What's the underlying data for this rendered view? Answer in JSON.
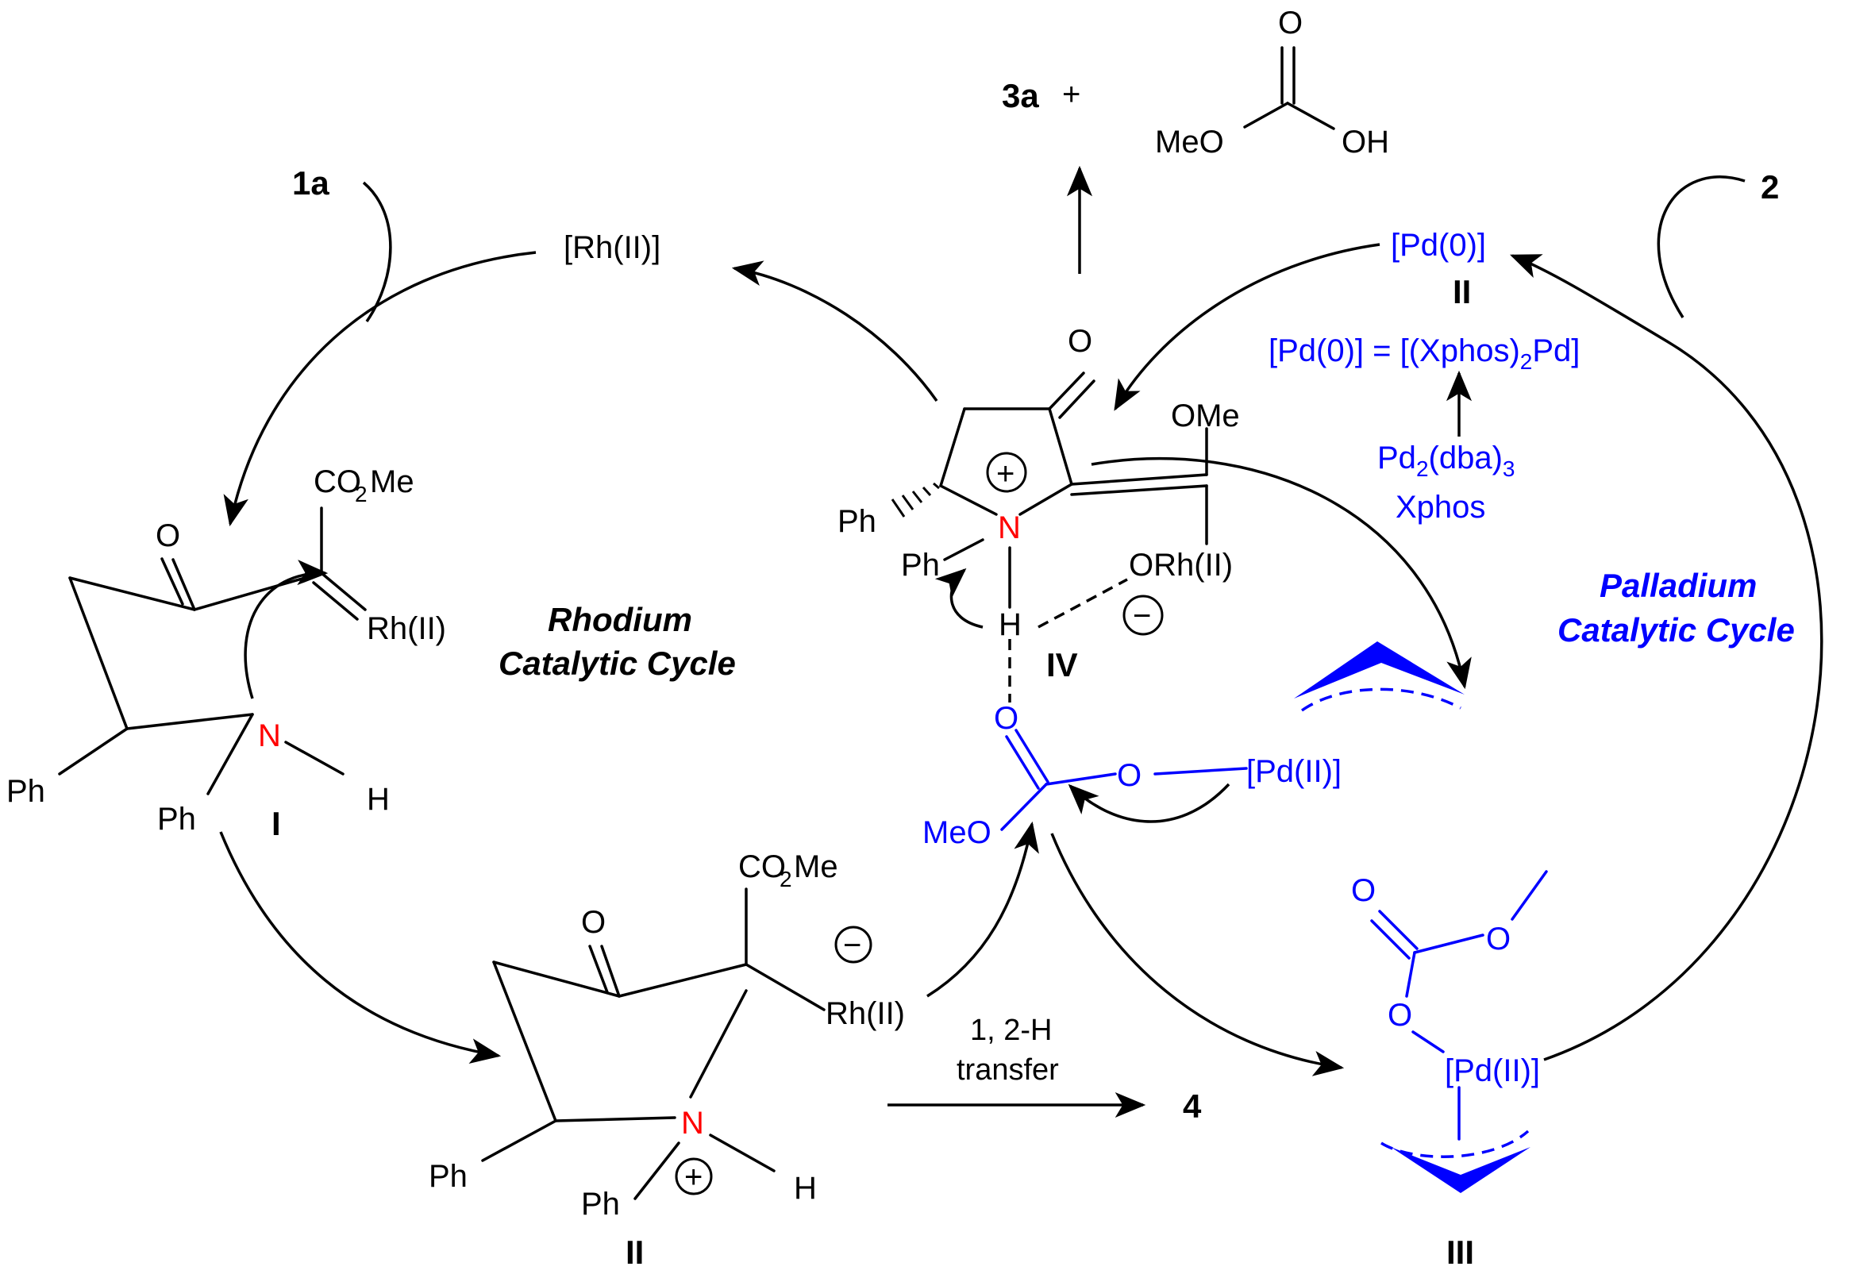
{
  "compounds": {
    "c1a": "1a",
    "c2": "2",
    "c3a": "3a",
    "c4": "4",
    "plus": "+"
  },
  "rh": {
    "rh_top": "[Rh(II)]",
    "rh_ylide": "Rh(II)",
    "rh_enolate": "ORh(II)",
    "rh_anion": "Rh(II)",
    "cycle_title_1": "Rhodium",
    "cycle_title_2": "Catalytic Cycle"
  },
  "pd": {
    "pd0": "[Pd(0)]",
    "pd0_label": "II",
    "pd_def_a": "[Pd(0)] = [(Xphos)",
    "pd_def_sub": "2",
    "pd_def_b": "Pd]",
    "pd2dba_a": "Pd",
    "pd2dba_sub1": "2",
    "pd2dba_b": "(dba)",
    "pd2dba_sub2": "3",
    "xphos": "Xphos",
    "pd_ii_mid": "[Pd(II)]",
    "pd_ii_low": "[Pd(II)]",
    "cycle_title_1": "Palladium",
    "cycle_title_2": "Catalytic Cycle"
  },
  "intermediates": {
    "I": "I",
    "II": "II",
    "III": "III",
    "IV": "IV"
  },
  "atoms": {
    "O": "O",
    "N": "N",
    "H": "H",
    "Ph": "Ph",
    "MeO": "MeO",
    "OMe": "OMe",
    "OH": "OH",
    "CO2Me_a": "CO",
    "CO2Me_sub": "2",
    "CO2Me_b": "Me",
    "plus_charge": "+",
    "minus_charge": "−"
  },
  "transfer": {
    "line1": "1, 2-H",
    "line2": "transfer"
  },
  "colors": {
    "black": "#000000",
    "blue": "#0000ff",
    "nitrogen": "#ff0000"
  }
}
